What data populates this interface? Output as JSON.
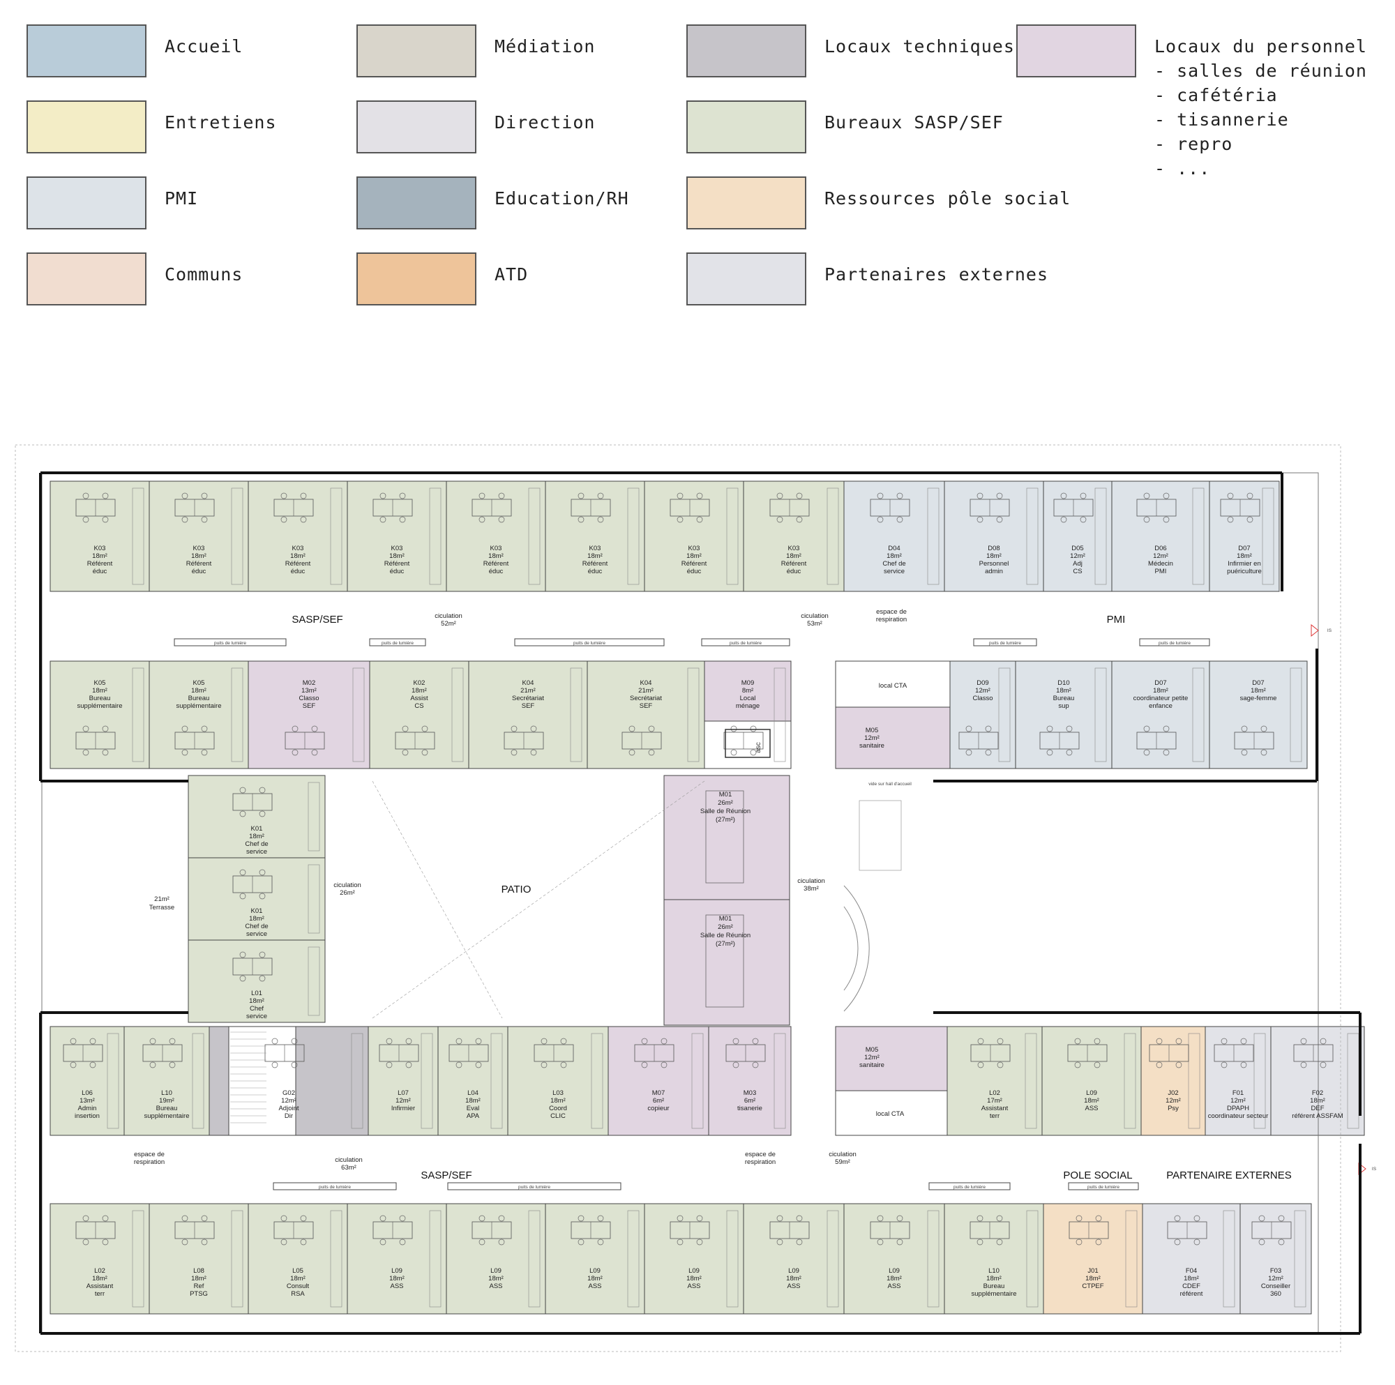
{
  "legend": [
    {
      "label": "Accueil",
      "color": "#b9ccd9"
    },
    {
      "label": "Entretiens",
      "color": "#f3edc6"
    },
    {
      "label": "PMI",
      "color": "#dde3e8"
    },
    {
      "label": "Communs",
      "color": "#f1ddd0"
    },
    {
      "label": "Médiation",
      "color": "#d9d5cb"
    },
    {
      "label": "Direction",
      "color": "#e3e1e6"
    },
    {
      "label": "Education/RH",
      "color": "#a5b3bd"
    },
    {
      "label": "ATD",
      "color": "#eec49a"
    },
    {
      "label": "Locaux techniques",
      "color": "#c6c4c9"
    },
    {
      "label": "Bureaux SASP/SEF",
      "color": "#dde3d1"
    },
    {
      "label": "Ressources pôle social",
      "color": "#f4dfc5"
    },
    {
      "label": "Partenaires externes",
      "color": "#e2e3e8"
    },
    {
      "label": "Locaux du personnel\n- salles de réunion\n- cafétéria\n- tisannerie\n- repro\n- ...",
      "color": "#e1d5e1"
    }
  ],
  "plan": {
    "top_row": [
      [
        "K03",
        "18m²",
        "Référent",
        "éduc"
      ],
      [
        "K03",
        "18m²",
        "Référent",
        "éduc"
      ],
      [
        "K03",
        "18m²",
        "Référent",
        "éduc"
      ],
      [
        "K03",
        "18m²",
        "Référent",
        "éduc"
      ],
      [
        "K03",
        "18m²",
        "Référent",
        "éduc"
      ],
      [
        "K03",
        "18m²",
        "Référent",
        "éduc"
      ],
      [
        "K03",
        "18m²",
        "Référent",
        "éduc"
      ],
      [
        "K03",
        "18m²",
        "Référent",
        "éduc"
      ],
      [
        "D04",
        "18m²",
        "Chef de",
        "service"
      ],
      [
        "D08",
        "18m²",
        "Personnel",
        "admin"
      ],
      [
        "D05",
        "12m²",
        "Adj",
        "CS"
      ],
      [
        "D06",
        "12m²",
        "Médecin",
        "PMI"
      ],
      [
        "D07",
        "18m²",
        "Infirmier en",
        "puériculture"
      ]
    ],
    "second_row_left": [
      [
        "K05",
        "18m²",
        "Bureau",
        "supplémentaire"
      ],
      [
        "K05",
        "18m²",
        "Bureau",
        "supplémentaire"
      ],
      [
        "M02",
        "13m²",
        "Classo",
        "SEF"
      ],
      [
        "K02",
        "18m²",
        "Assist",
        "CS"
      ],
      [
        "K04",
        "21m²",
        "Secrétariat",
        "SEF"
      ],
      [
        "K04",
        "21m²",
        "Secrétariat",
        "SEF"
      ],
      [
        "M09",
        "8m²",
        "Local",
        "ménage"
      ]
    ],
    "second_row_right": [
      [
        "D09",
        "12m²",
        "Classo",
        ""
      ],
      [
        "D10",
        "18m²",
        "Bureau",
        "sup"
      ],
      [
        "D07",
        "18m²",
        "coordinateur petite",
        "enfance"
      ],
      [
        "D07",
        "18m²",
        "sage-femme",
        ""
      ]
    ],
    "left_wing": [
      [
        "K01",
        "18m²",
        "Chef de",
        "service"
      ],
      [
        "K01",
        "18m²",
        "Chef de",
        "service"
      ],
      [
        "L01",
        "18m²",
        "Chef",
        "service"
      ]
    ],
    "meeting": [
      [
        "M01",
        "26m²",
        "Salle de Réunion",
        "(27m²)"
      ],
      [
        "M01",
        "26m²",
        "Salle de Réunion",
        "(27m²)"
      ]
    ],
    "lower_row_left": [
      [
        "L06",
        "13m²",
        "Admin",
        "insertion"
      ],
      [
        "L10",
        "19m²",
        "Bureau",
        "supplémentaire"
      ],
      [
        "G02",
        "12m²",
        "Adjoint",
        "Dir"
      ],
      [
        "L07",
        "12m²",
        "Infirmier",
        ""
      ],
      [
        "L04",
        "18m²",
        "Eval",
        "APA"
      ],
      [
        "L03",
        "18m²",
        "Coord",
        "CLIC"
      ],
      [
        "M07",
        "6m²",
        "copieur",
        ""
      ],
      [
        "M03",
        "6m²",
        "tisanerie",
        ""
      ]
    ],
    "lower_row_right": [
      [
        "L02",
        "17m²",
        "Assistant",
        "terr"
      ],
      [
        "L09",
        "18m²",
        "ASS",
        ""
      ],
      [
        "J02",
        "12m²",
        "Psy",
        ""
      ],
      [
        "F01",
        "12m²",
        "DPAPH",
        "coordinateur secteur"
      ],
      [
        "F02",
        "18m²",
        "DEF",
        "référent ASSFAM"
      ]
    ],
    "bottom_row": [
      [
        "L02",
        "18m²",
        "Assistant",
        "terr"
      ],
      [
        "L08",
        "18m²",
        "Ref",
        "PTSG"
      ],
      [
        "L05",
        "18m²",
        "Consult",
        "RSA"
      ],
      [
        "L09",
        "18m²",
        "ASS",
        ""
      ],
      [
        "L09",
        "18m²",
        "ASS",
        ""
      ],
      [
        "L09",
        "18m²",
        "ASS",
        ""
      ],
      [
        "L09",
        "18m²",
        "ASS",
        ""
      ],
      [
        "L09",
        "18m²",
        "ASS",
        ""
      ],
      [
        "L09",
        "18m²",
        "ASS",
        ""
      ],
      [
        "L10",
        "18m²",
        "Bureau",
        "supplémentaire"
      ],
      [
        "J01",
        "18m²",
        "CTPEF",
        ""
      ],
      [
        "F04",
        "18m²",
        "CDEF",
        "référent"
      ],
      [
        "F03",
        "12m²",
        "Conseiller",
        "360"
      ]
    ],
    "sanitaires": [
      [
        "M05",
        "12m²",
        "sanitaire"
      ],
      [
        "M05",
        "12m²",
        "sanitaire"
      ]
    ],
    "zones": {
      "sasp_top": "SASP/SEF",
      "pmi": "PMI",
      "patio": "PATIO",
      "sasp_bottom": "SASP/SEF",
      "pole_social": "POLE SOCIAL",
      "partenaires": "PARTENAIRE EXTERNES"
    },
    "circulations": [
      [
        "ciculation",
        "52m²"
      ],
      [
        "ciculation",
        "53m²"
      ],
      [
        "ciculation",
        "26m²"
      ],
      [
        "ciculation",
        "38m²"
      ],
      [
        "ciculation",
        "63m²"
      ],
      [
        "ciculation",
        "59m²"
      ]
    ],
    "espaces": [
      "espace de respiration",
      "espace de respiration",
      "espace de respiration"
    ],
    "misc": {
      "terrasse_area": "21m²",
      "terrasse": "Terrasse",
      "local_cta": "local CTA",
      "vide": "vide sur hall d'accueil",
      "asc": "asc",
      "puits": "puits de lumière",
      "is": "IS"
    }
  }
}
